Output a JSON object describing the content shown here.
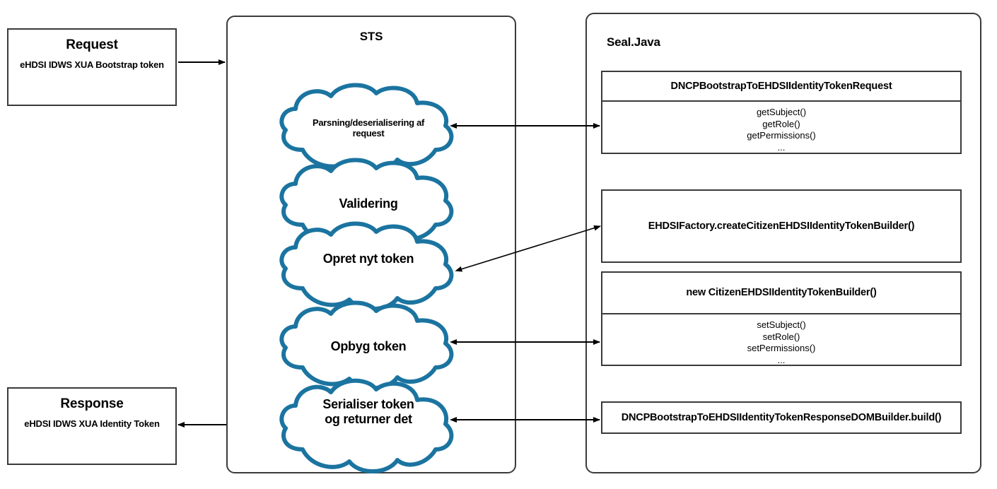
{
  "diagram": {
    "title": "STS to Seal.Java token flow",
    "accent_color": "#1b74a0",
    "line_color": "#3a3a3a",
    "background": "#ffffff"
  },
  "io": {
    "request": {
      "title": "Request",
      "subtitle": "eHDSI IDWS XUA Bootstrap token"
    },
    "response": {
      "title": "Response",
      "subtitle": "eHDSI IDWS XUA Identity Token"
    }
  },
  "lanes": {
    "sts": {
      "title": "STS"
    },
    "seal": {
      "title": "Seal.Java"
    }
  },
  "clouds": [
    {
      "label": "Parsning/deserialisering af request",
      "font_size": "13px"
    },
    {
      "label": "Validering",
      "font_size": "18px"
    },
    {
      "label": "Opret nyt token",
      "font_size": "18px"
    },
    {
      "label": "Opbyg token",
      "font_size": "18px"
    },
    {
      "label": "Serialiser token og returner det",
      "font_size": "18px"
    }
  ],
  "uml_boxes": [
    {
      "title": "DNCPBootstrapToEHDSIIdentityTokenRequest",
      "members": [
        "getSubject()",
        "getRole()",
        "getPermissions()",
        "..."
      ]
    },
    {
      "title": "EHDSIFactory.createCitizenEHDSIIdentityTokenBuilder()",
      "members": []
    },
    {
      "title": "new CitizenEHDSIIdentityTokenBuilder()",
      "members": [
        "setSubject()",
        "setRole()",
        "setPermissions()",
        "..."
      ]
    },
    {
      "title": "DNCPBootstrapToEHDSIIdentityTokenResponseDOMBuilder.build()",
      "members": []
    }
  ],
  "connectors": [
    {
      "name": "request-to-sts",
      "kind": "single",
      "from": "Request",
      "to": "STS"
    },
    {
      "name": "parsning-to-request-class",
      "kind": "double",
      "from": "Parsning/deserialisering af request",
      "to": "DNCPBootstrapToEHDSIIdentityTokenRequest"
    },
    {
      "name": "opret-token-to-factory",
      "kind": "double",
      "from": "Opret nyt token",
      "to": "EHDSIFactory.createCitizenEHDSIIdentityTokenBuilder()"
    },
    {
      "name": "opbyg-token-to-builder",
      "kind": "double",
      "from": "Opbyg token",
      "to": "new CitizenEHDSIIdentityTokenBuilder()"
    },
    {
      "name": "serialiser-to-dombuilder",
      "kind": "double",
      "from": "Serialiser token og returner det",
      "to": "DNCPBootstrapToEHDSIIdentityTokenResponseDOMBuilder.build()"
    },
    {
      "name": "sts-to-response",
      "kind": "single",
      "from": "STS",
      "to": "Response"
    }
  ]
}
